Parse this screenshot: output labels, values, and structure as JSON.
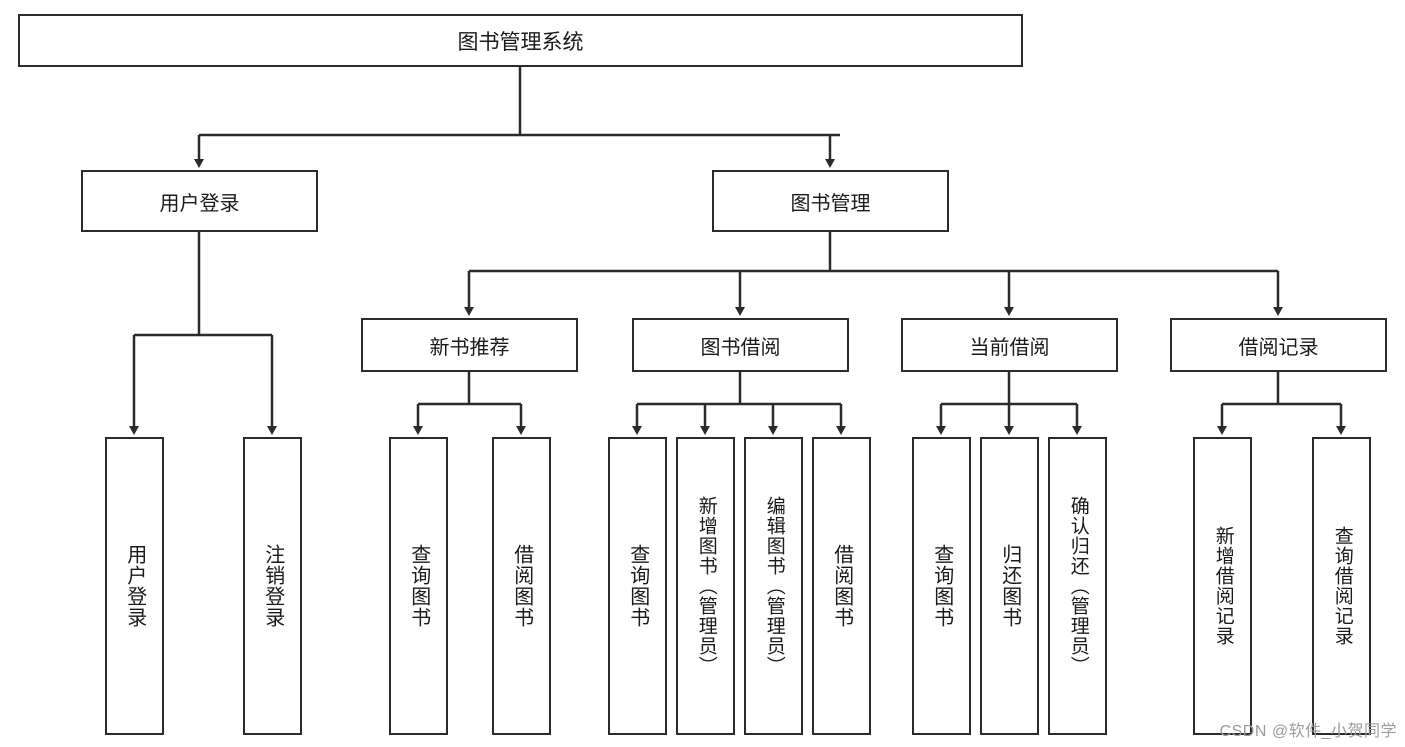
{
  "diagram": {
    "type": "tree",
    "title": "图书管理系统",
    "watermark": "CSDN @软件_小贺同学",
    "root": {
      "label": "图书管理系统"
    },
    "level2": [
      {
        "label": "用户登录"
      },
      {
        "label": "图书管理"
      }
    ],
    "level3": [
      {
        "label": "新书推荐"
      },
      {
        "label": "图书借阅"
      },
      {
        "label": "当前借阅"
      },
      {
        "label": "借阅记录"
      }
    ],
    "leaves": {
      "user_login": [
        {
          "label": "用户登录"
        },
        {
          "label": "注销登录"
        }
      ],
      "new_book_recommend": [
        {
          "label": "查询图书"
        },
        {
          "label": "借阅图书"
        }
      ],
      "book_borrow": [
        {
          "label": "查询图书"
        },
        {
          "label": "新增图书（管理员）"
        },
        {
          "label": "编辑图书（管理员）"
        },
        {
          "label": "借阅图书"
        }
      ],
      "current_borrow": [
        {
          "label": "查询图书"
        },
        {
          "label": "归还图书"
        },
        {
          "label": "确认归还（管理员）"
        }
      ],
      "borrow_record": [
        {
          "label": "新增借阅记录"
        },
        {
          "label": "查询借阅记录"
        }
      ]
    },
    "colors": {
      "border": "#2b2b2b",
      "background": "#ffffff",
      "text": "#1a1a1a",
      "watermark": "#9b9b9b"
    }
  }
}
